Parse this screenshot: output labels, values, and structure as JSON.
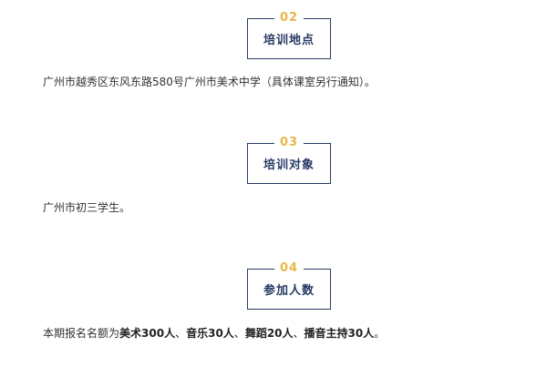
{
  "sections": [
    {
      "number": "02",
      "title": "培训地点",
      "text": "广州市越秀区东风东路580号广州市美术中学（具体课室另行通知）。"
    },
    {
      "number": "03",
      "title": "培训对象",
      "text": "广州市初三学生。"
    },
    {
      "number": "04",
      "title": "参加人数",
      "text_parts": [
        "本期报名名额为",
        "美术300人",
        "、",
        "音乐30人",
        "、",
        "舞蹈20人",
        "、",
        "播音主持30人",
        "。"
      ]
    }
  ],
  "colors": {
    "accent": "#e8b64c",
    "border": "#273a63",
    "text": "#333333"
  }
}
